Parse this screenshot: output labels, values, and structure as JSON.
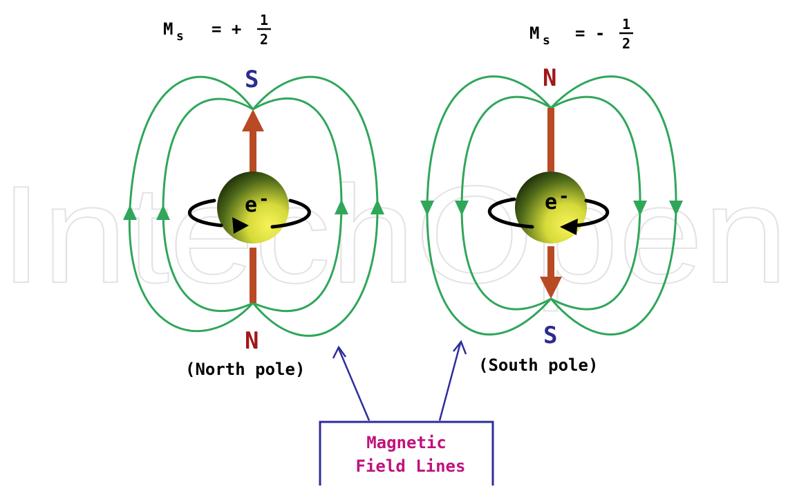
{
  "watermark": {
    "text": "IntechOpen"
  },
  "colors": {
    "field_line": "#2fa65a",
    "spin_arrow": "#b84a24",
    "pole_s": "#2c2c8c",
    "pole_n": "#a01818",
    "callout_border": "#2c2c9c",
    "callout_text": "#c0127c"
  },
  "left_electron": {
    "ms_symbol": "M",
    "ms_subscript": "s",
    "ms_equals": "= +",
    "ms_numerator": "1",
    "ms_denominator": "2",
    "top_pole": "S",
    "bottom_pole": "N",
    "electron_label": "e",
    "electron_charge": "-",
    "pole_caption": "(North pole)",
    "rotation": "counterclockwise",
    "field_direction": "up"
  },
  "right_electron": {
    "ms_symbol": "M",
    "ms_subscript": "s",
    "ms_equals": "= -",
    "ms_numerator": "1",
    "ms_denominator": "2",
    "top_pole": "N",
    "bottom_pole": "S",
    "electron_label": "e",
    "electron_charge": "-",
    "pole_caption": "(South pole)",
    "rotation": "clockwise",
    "field_direction": "down"
  },
  "callout": {
    "line1": "Magnetic",
    "line2": "Field Lines"
  }
}
